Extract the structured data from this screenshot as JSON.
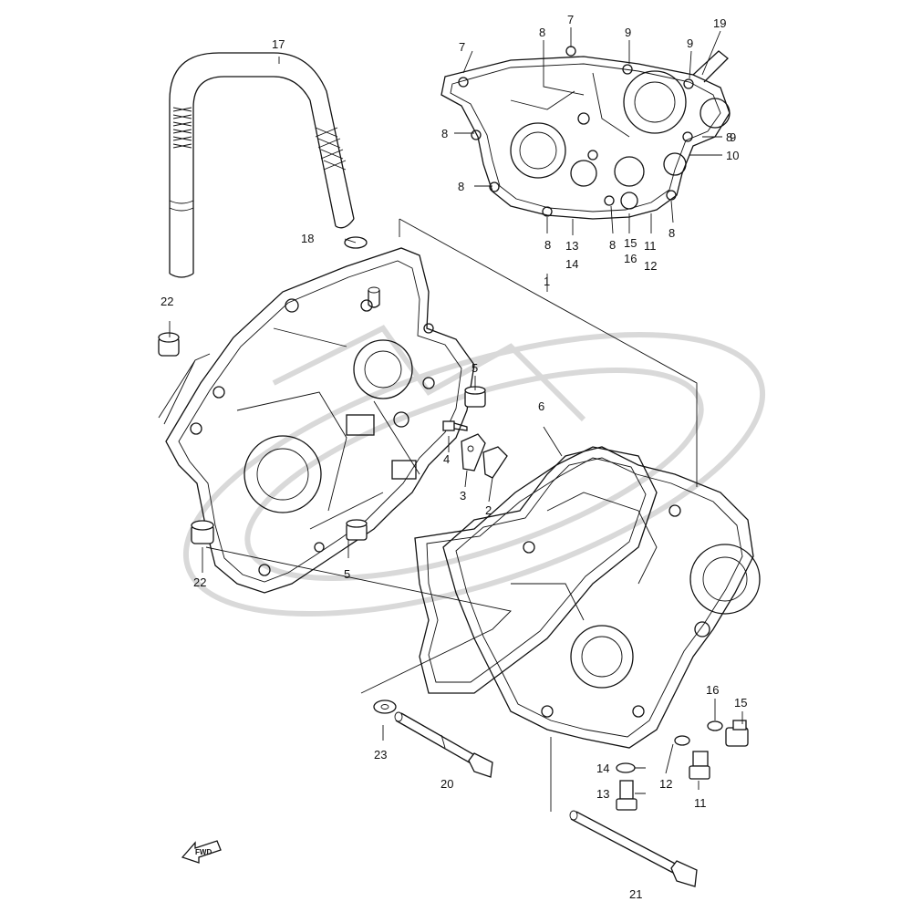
{
  "direction_label": "FWD",
  "callouts": [
    {
      "id": "c17",
      "text": "17"
    },
    {
      "id": "c18",
      "text": "18"
    },
    {
      "id": "c22a",
      "text": "22"
    },
    {
      "id": "c22b",
      "text": "22"
    },
    {
      "id": "c1",
      "text": "1"
    },
    {
      "id": "c5a",
      "text": "5"
    },
    {
      "id": "c5b",
      "text": "5"
    },
    {
      "id": "c4",
      "text": "4"
    },
    {
      "id": "c3",
      "text": "3"
    },
    {
      "id": "c2",
      "text": "2"
    },
    {
      "id": "c6",
      "text": "6"
    },
    {
      "id": "c7a",
      "text": "7"
    },
    {
      "id": "c7b",
      "text": "7"
    },
    {
      "id": "c8a",
      "text": "8"
    },
    {
      "id": "c8b",
      "text": "8"
    },
    {
      "id": "c8c",
      "text": "8"
    },
    {
      "id": "c8d",
      "text": "8"
    },
    {
      "id": "c8e",
      "text": "8"
    },
    {
      "id": "c8f",
      "text": "8"
    },
    {
      "id": "c8g",
      "text": "8"
    },
    {
      "id": "c9a",
      "text": "9"
    },
    {
      "id": "c9b",
      "text": "9"
    },
    {
      "id": "c9c",
      "text": "9"
    },
    {
      "id": "c19",
      "text": "19"
    },
    {
      "id": "c10",
      "text": "10"
    },
    {
      "id": "c13a",
      "text": "13"
    },
    {
      "id": "c14a",
      "text": "14"
    },
    {
      "id": "c15a",
      "text": "15"
    },
    {
      "id": "c16a",
      "text": "16"
    },
    {
      "id": "c11a",
      "text": "11"
    },
    {
      "id": "c12a",
      "text": "12"
    },
    {
      "id": "c23",
      "text": "23"
    },
    {
      "id": "c20",
      "text": "20"
    },
    {
      "id": "c14b",
      "text": "14"
    },
    {
      "id": "c13b",
      "text": "13"
    },
    {
      "id": "c12b",
      "text": "12"
    },
    {
      "id": "c11b",
      "text": "11"
    },
    {
      "id": "c16b",
      "text": "16"
    },
    {
      "id": "c15b",
      "text": "15"
    },
    {
      "id": "c21",
      "text": "21"
    }
  ]
}
